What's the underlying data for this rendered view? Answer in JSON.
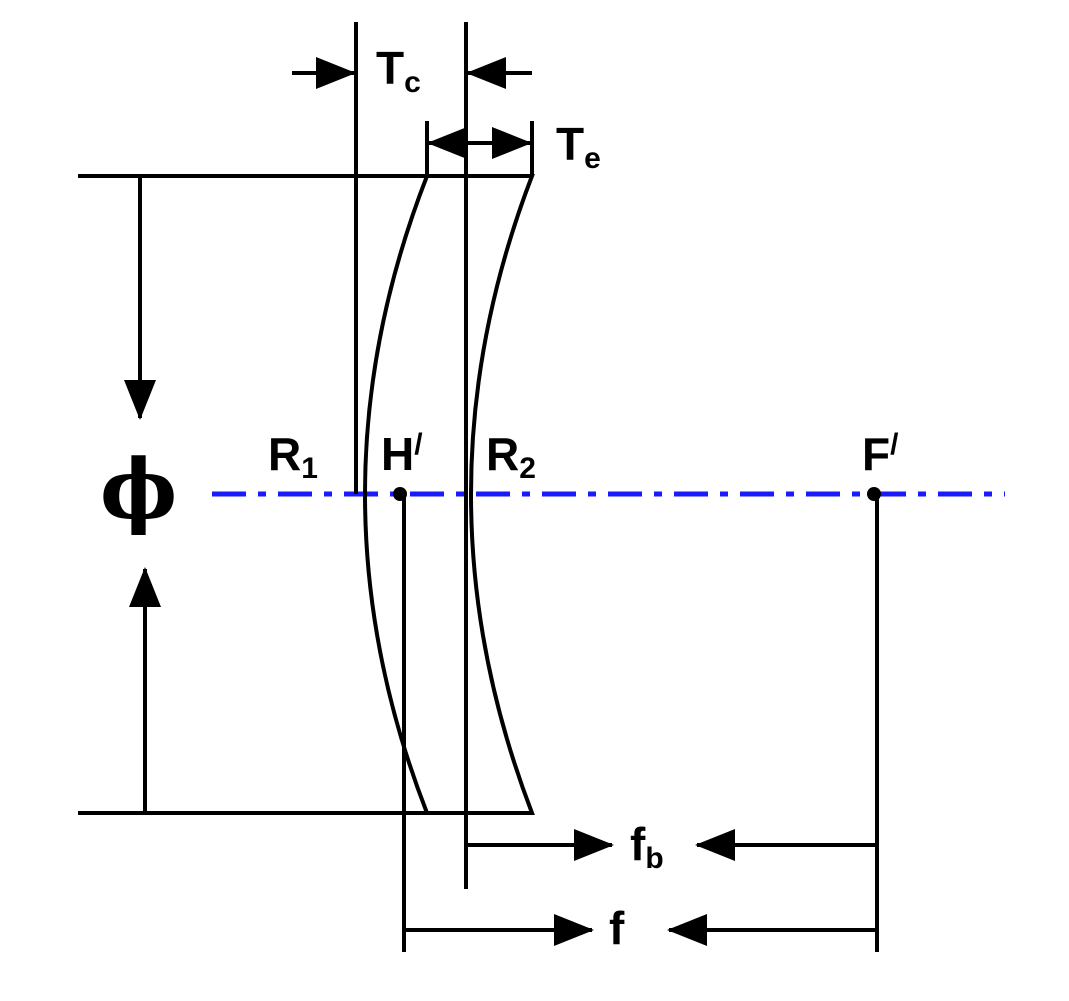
{
  "labels": {
    "tc": {
      "main": "T",
      "sub": "c"
    },
    "te": {
      "main": "T",
      "sub": "e"
    },
    "phi": "ϕ",
    "r1": {
      "main": "R",
      "sub": "1"
    },
    "h_prime": {
      "main": "H",
      "sup": "/"
    },
    "r2": {
      "main": "R",
      "sub": "2"
    },
    "f_prime": {
      "main": "F",
      "sup": "/"
    },
    "fb": {
      "main": "f",
      "sub": "b"
    },
    "f": "f"
  },
  "colors": {
    "lines": "#000000",
    "optical_axis": "#1a1aff",
    "background": "#ffffff"
  }
}
